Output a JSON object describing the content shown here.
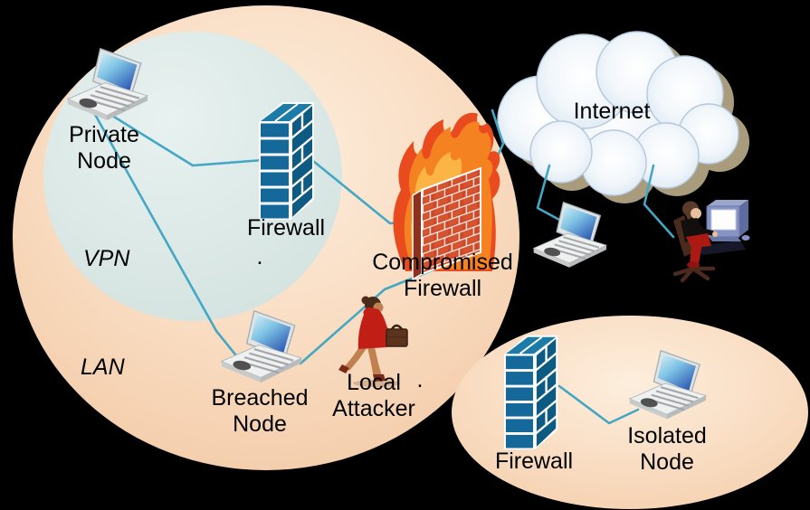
{
  "diagram": {
    "title": "network-security-breach-diagram",
    "labels": {
      "private_node": "Private Node",
      "vpn_firewall": "Firewall",
      "compromised_firewall": "Compromised Firewall",
      "breached_node": "Breached Node",
      "local_attacker": "Local Attacker",
      "isolated_firewall": "Firewall",
      "isolated_node": "Isolated Node",
      "vpn": "VPN",
      "lan": "LAN",
      "internet": "Internet",
      "stray_dot_1": ".",
      "stray_dot_2": "."
    },
    "zones": {
      "lan": {
        "label": "LAN",
        "shape": "ellipse"
      },
      "vpn": {
        "label": "VPN",
        "shape": "ellipse"
      },
      "isolated_segment": {
        "label": "",
        "shape": "ellipse"
      }
    },
    "nodes": {
      "private": {
        "label": "Private Node",
        "icon": "laptop-icon"
      },
      "vpn_firewall": {
        "label": "Firewall",
        "icon": "firewall-icon"
      },
      "compromised_firewall": {
        "label": "Compromised Firewall",
        "icon": "burning-firewall-icon"
      },
      "breached": {
        "label": "Breached Node",
        "icon": "laptop-icon"
      },
      "local_attacker": {
        "label": "Local Attacker",
        "icon": "walking-woman-icon"
      },
      "internet_cloud": {
        "label": "Internet",
        "icon": "cloud-icon"
      },
      "remote_node": {
        "label": "",
        "icon": "laptop-icon"
      },
      "remote_attacker": {
        "label": "",
        "icon": "person-at-computer-icon"
      },
      "isolated_firewall": {
        "label": "Firewall",
        "icon": "firewall-icon"
      },
      "isolated": {
        "label": "Isolated Node",
        "icon": "laptop-icon"
      }
    },
    "colors": {
      "background": "#000000",
      "lan_fill": "#f9dcc1",
      "vpn_fill": "#d8e6e3",
      "segment_fill": "#f9dcc1",
      "connection_line": "#43a7c6",
      "firewall_blue": "#14689a",
      "brick_red": "#ce472a",
      "flame_outer": "#ea4b1e",
      "flame_mid": "#f58220",
      "flame_core": "#fcb444",
      "cloud_fill": "#eef4fa",
      "cloud_outline": "#b5c8dc",
      "cloud_shadow": "#a89c7c",
      "label_text": "#000000"
    }
  }
}
